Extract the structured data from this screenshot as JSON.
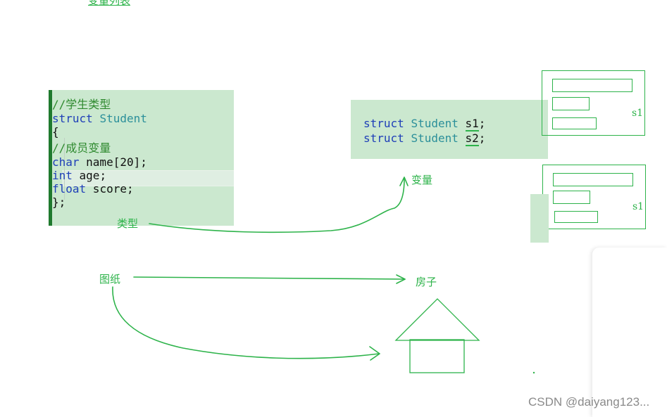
{
  "top_label": "变量列表",
  "code_panel": {
    "lines": [
      {
        "comment": "//学生类型"
      },
      {
        "kw": "struct",
        "type": "Student"
      },
      {
        "text": "{"
      },
      {
        "comment": "//成员变量"
      },
      {
        "kw": "char",
        "text": " name[20];"
      },
      {
        "kw": "int",
        "text": " age;"
      },
      {
        "kw": "float",
        "text": " score;"
      },
      {
        "text": "};"
      }
    ]
  },
  "var_panel": {
    "lines": [
      {
        "kw": "struct",
        "type": "Student",
        "var": "s1",
        "end": ";"
      },
      {
        "kw": "struct",
        "type": "Student",
        "var": "s2",
        "end": ";"
      }
    ]
  },
  "annotations": {
    "type_label": "类型",
    "variable_label": "变量",
    "blueprint_label": "图纸",
    "house_label": "房子"
  },
  "memory_boxes": [
    {
      "label": "s1"
    },
    {
      "label": "s1"
    }
  ],
  "watermark": "CSDN @daiyang123...",
  "colors": {
    "ink": "#2db34a",
    "panel": "#cbe8cf",
    "keyword": "#1f3fb8",
    "type": "#2b8f9a"
  }
}
